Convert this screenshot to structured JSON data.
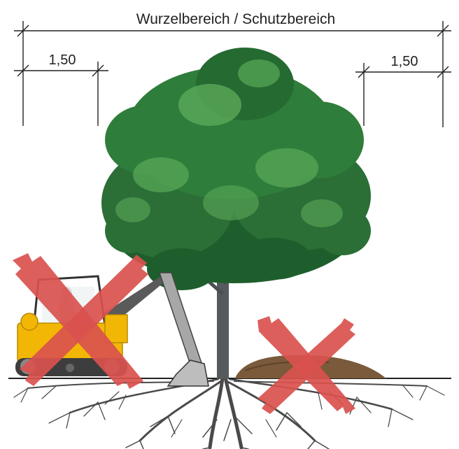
{
  "dimensions": {
    "overall_label": "Wurzelbereich / Schutzbereich",
    "left_label": "1,50",
    "right_label": "1,50"
  },
  "colors": {
    "prohibition_x": "#d9514e",
    "foliage_dark": "#1e5e2c",
    "foliage_mid": "#2f7d3a",
    "foliage_light": "#5aa95a",
    "trunk": "#555a5e",
    "excavator_yellow": "#f2b705",
    "soil_pile": "#7a5a3a",
    "roots": "#4a4a4a"
  },
  "icons": [
    "tree-icon",
    "excavator-icon",
    "soil-pile-icon",
    "prohibition-x-icon",
    "roots-icon"
  ]
}
